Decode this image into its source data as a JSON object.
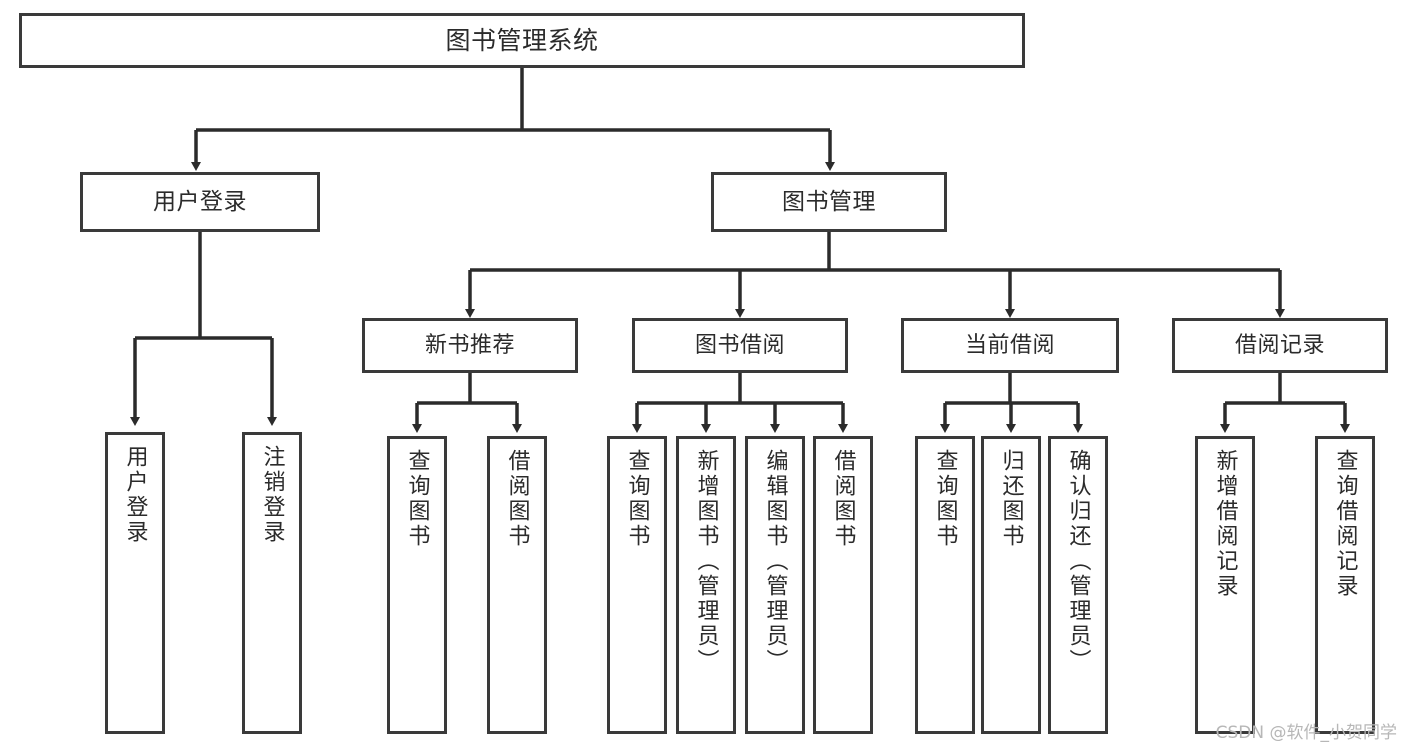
{
  "diagram": {
    "type": "tree-hierarchy",
    "title": "图书管理系统",
    "watermark": "CSDN @软件_小贺同学",
    "colors": {
      "border": "#3a3a3a",
      "text": "#2b2b2b",
      "background": "#ffffff",
      "edge": "#2b2b2b",
      "watermark": "#b7b7b7"
    },
    "nodes": {
      "root": {
        "label": "图书管理系统"
      },
      "level1": [
        {
          "id": "user-login",
          "label": "用户登录"
        },
        {
          "id": "book-manage",
          "label": "图书管理"
        }
      ],
      "level2": [
        {
          "id": "new-book-recommend",
          "label": "新书推荐"
        },
        {
          "id": "book-borrow",
          "label": "图书借阅"
        },
        {
          "id": "current-borrow",
          "label": "当前借阅"
        },
        {
          "id": "borrow-record",
          "label": "借阅记录"
        }
      ],
      "leaves": {
        "user-login": [
          {
            "id": "leaf-user-login",
            "label": "用户登录"
          },
          {
            "id": "leaf-logout-login",
            "label": "注销登录"
          }
        ],
        "new-book-recommend": [
          {
            "id": "leaf-query-book-1",
            "label": "查询图书"
          },
          {
            "id": "leaf-borrow-book-1",
            "label": "借阅图书"
          }
        ],
        "book-borrow": [
          {
            "id": "leaf-query-book-2",
            "label": "查询图书"
          },
          {
            "id": "leaf-add-book",
            "label": "新增图书（管理员）"
          },
          {
            "id": "leaf-edit-book",
            "label": "编辑图书（管理员）"
          },
          {
            "id": "leaf-borrow-book-2",
            "label": "借阅图书"
          }
        ],
        "current-borrow": [
          {
            "id": "leaf-query-book-3",
            "label": "查询图书"
          },
          {
            "id": "leaf-return-book",
            "label": "归还图书"
          },
          {
            "id": "leaf-confirm-return",
            "label": "确认归还（管理员）"
          }
        ],
        "borrow-record": [
          {
            "id": "leaf-add-record",
            "label": "新增借阅记录"
          },
          {
            "id": "leaf-query-record",
            "label": "查询借阅记录"
          }
        ]
      }
    },
    "edges": [
      {
        "from": "root",
        "to": "user-login"
      },
      {
        "from": "root",
        "to": "book-manage"
      },
      {
        "from": "user-login",
        "to": "leaf-user-login"
      },
      {
        "from": "user-login",
        "to": "leaf-logout-login"
      },
      {
        "from": "book-manage",
        "to": "new-book-recommend"
      },
      {
        "from": "book-manage",
        "to": "book-borrow"
      },
      {
        "from": "book-manage",
        "to": "current-borrow"
      },
      {
        "from": "book-manage",
        "to": "borrow-record"
      },
      {
        "from": "new-book-recommend",
        "to": "leaf-query-book-1"
      },
      {
        "from": "new-book-recommend",
        "to": "leaf-borrow-book-1"
      },
      {
        "from": "book-borrow",
        "to": "leaf-query-book-2"
      },
      {
        "from": "book-borrow",
        "to": "leaf-add-book"
      },
      {
        "from": "book-borrow",
        "to": "leaf-edit-book"
      },
      {
        "from": "book-borrow",
        "to": "leaf-borrow-book-2"
      },
      {
        "from": "current-borrow",
        "to": "leaf-query-book-3"
      },
      {
        "from": "current-borrow",
        "to": "leaf-return-book"
      },
      {
        "from": "current-borrow",
        "to": "leaf-confirm-return"
      },
      {
        "from": "borrow-record",
        "to": "leaf-add-record"
      },
      {
        "from": "borrow-record",
        "to": "leaf-query-record"
      }
    ]
  }
}
